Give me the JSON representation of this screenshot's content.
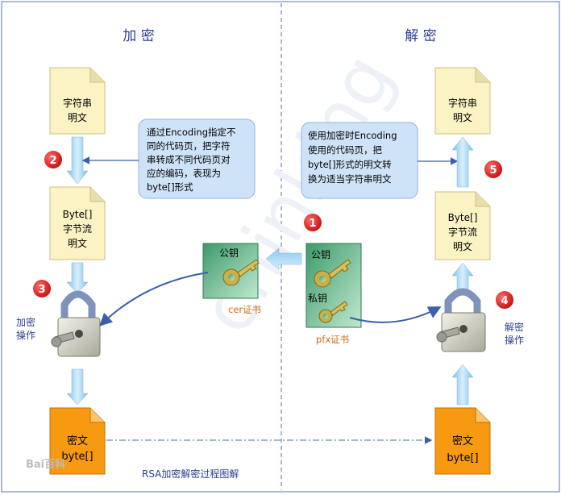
{
  "encrypt_title": "加 密",
  "decrypt_title": "解 密",
  "left": {
    "plaintext": [
      "字符串",
      "明文"
    ],
    "bytes": [
      "Byte[]",
      "字节流",
      "明文"
    ],
    "op_label": [
      "加密",
      "操作"
    ],
    "cipher": [
      "密文",
      "byte[]"
    ]
  },
  "right": {
    "plaintext": [
      "字符串",
      "明文"
    ],
    "bytes": [
      "Byte[]",
      "字节流",
      "明文"
    ],
    "op_label": [
      "解密",
      "操作"
    ],
    "cipher": [
      "密文",
      "byte[]"
    ]
  },
  "callout_left": [
    "通过Encoding指定不",
    "同的代码页，把字符",
    "串转成不同代码页对",
    "应的编码，表现为",
    "byte[]形式"
  ],
  "callout_right": [
    "使用加密时Encoding",
    "使用的代码页，把",
    "byte[]形式的明文转",
    "换为适当字符串明文"
  ],
  "cer": {
    "key_label": "公钥",
    "caption": "cer证书"
  },
  "pfx": {
    "public_label": "公钥",
    "private_label": "私钥",
    "caption": "pfx证书"
  },
  "steps": [
    "1",
    "2",
    "3",
    "4",
    "5"
  ],
  "footer": "RSA加密解密过程图解",
  "watermark_logo": "Bai百科",
  "colors": {
    "step_red": "#e02020",
    "title_blue": "#2a3f8f",
    "doc_yellow": "#fbf3c4",
    "doc_orange": "#f79a12",
    "callout_fill": "#cfe3f8",
    "arrow_light": "#a9d4f0"
  }
}
